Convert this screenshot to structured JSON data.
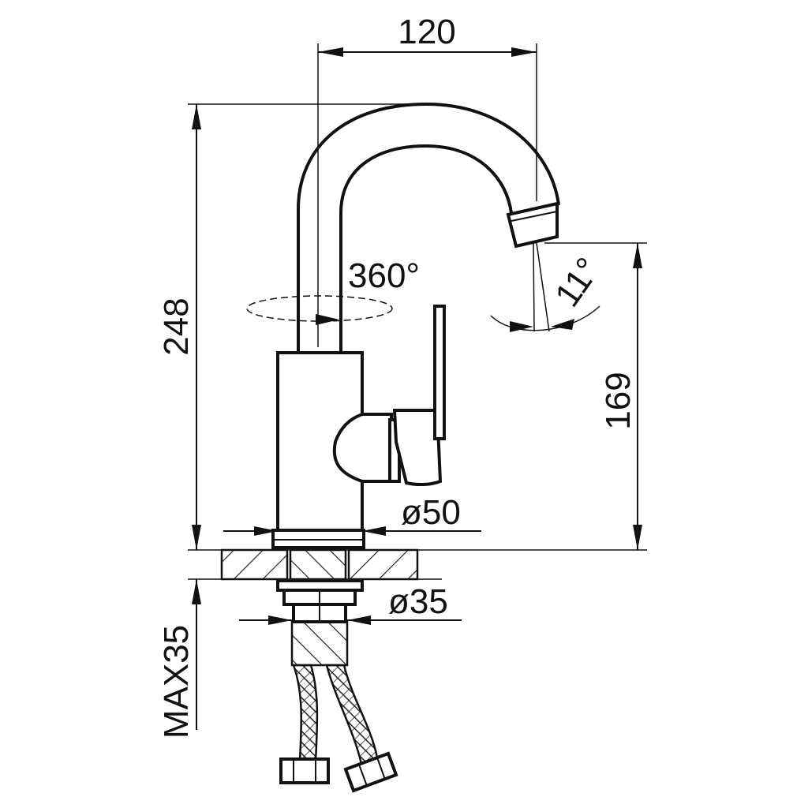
{
  "dimensions": {
    "spout_reach": "120",
    "total_height": "248",
    "spout_height": "169",
    "rotation": "360°",
    "spout_angle": "11°",
    "body_diameter": "ø50",
    "shank_diameter": "ø35",
    "max_deck_thickness": "MAX35"
  }
}
